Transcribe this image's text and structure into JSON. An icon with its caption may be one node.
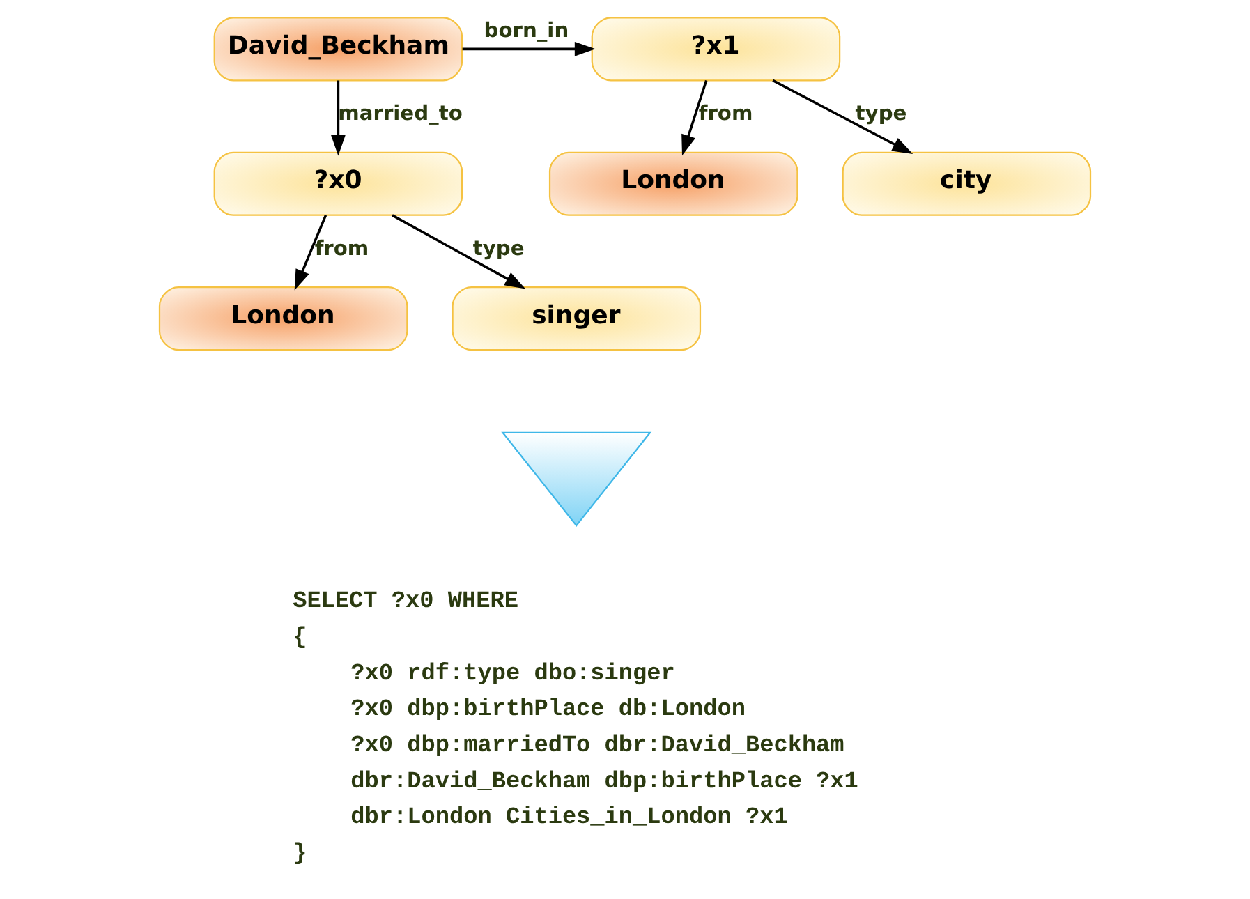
{
  "diagram": {
    "nodes": [
      {
        "text": [
          "David_Beckham"
        ]
      },
      {
        "text": [
          "?x1"
        ]
      },
      {
        "text": [
          "?x0"
        ]
      },
      {
        "text": [
          "London"
        ]
      },
      {
        "text": [
          "city"
        ]
      },
      {
        "text": [
          "London"
        ]
      },
      {
        "text": [
          "singer"
        ]
      },
      {
        "text": [],
        "shape": "arrow"
      }
    ],
    "edges": [
      {
        "from": 0,
        "to": 1,
        "label": "born_in",
        "arrow": "to"
      },
      {
        "from": 0,
        "to": 2,
        "label": "married_to",
        "arrow": "to"
      },
      {
        "from": 1,
        "to": 3,
        "label": "from",
        "arrow": "to"
      },
      {
        "from": 1,
        "to": 4,
        "label": "type",
        "arrow": "to"
      },
      {
        "from": 2,
        "to": 5,
        "label": "from",
        "arrow": "to"
      },
      {
        "from": 2,
        "to": 6,
        "label": "type",
        "arrow": "to"
      }
    ],
    "labels": [
      "SELECT ?x0 WHERE",
      "{",
      "?x0 rdf:type dbo:singer",
      "?x0 dbp:birthPlace db:London",
      "?x0 dbp:marriedTo dbr:David_Beckham",
      "dbr:David_Beckham dbp:birthPlace ?x1",
      "dbr:London Cities_in_London ?x1",
      "}"
    ]
  }
}
